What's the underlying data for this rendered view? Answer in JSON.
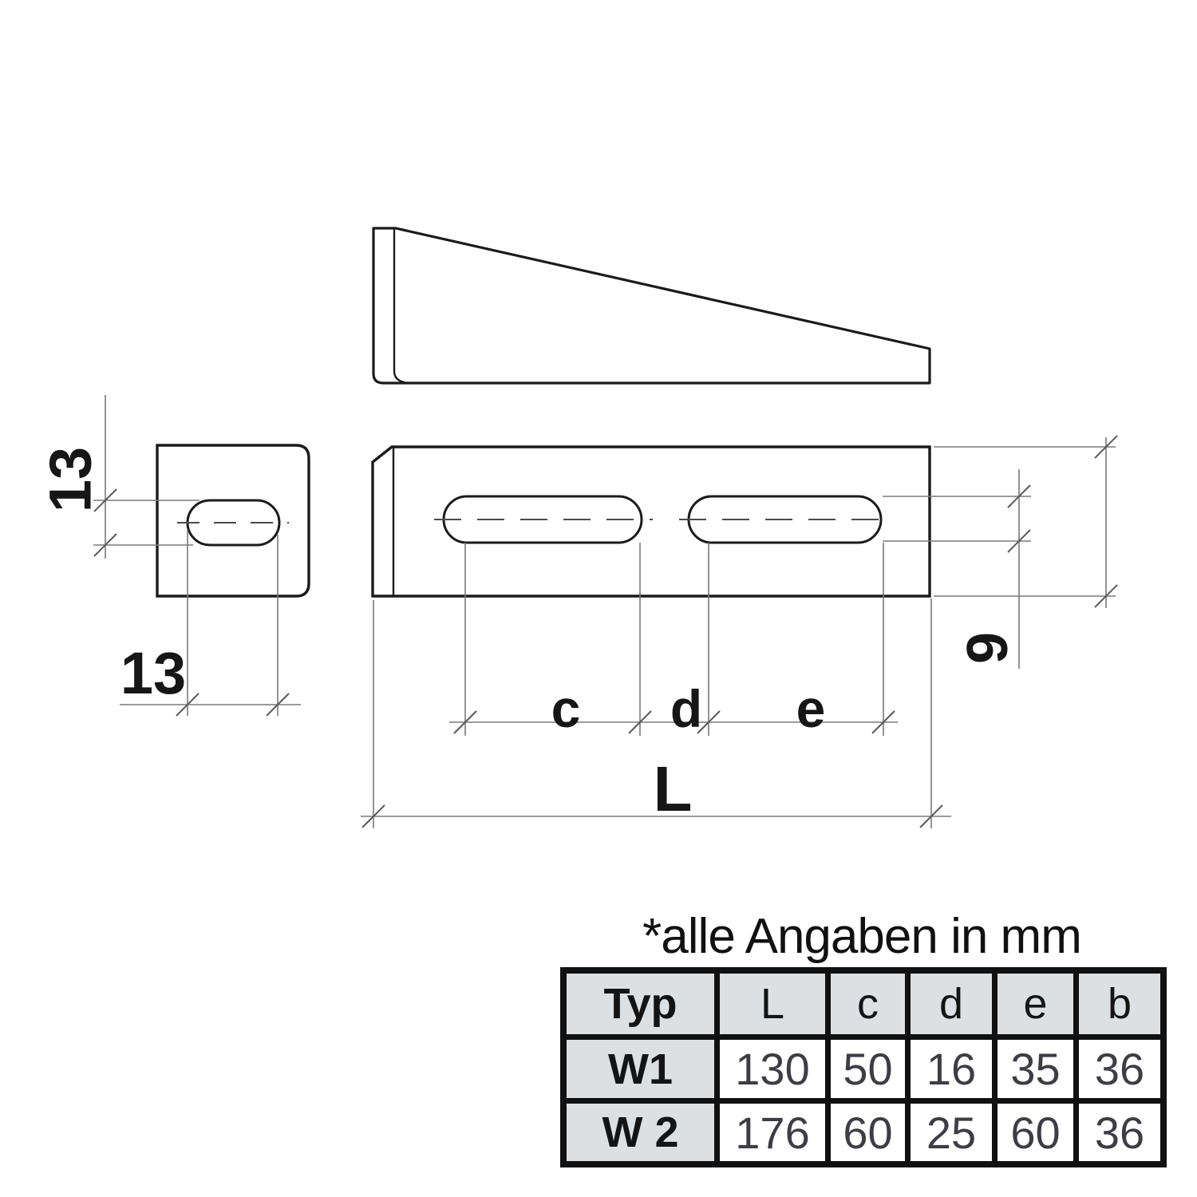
{
  "note": "*alle Angaben in mm",
  "drawing": {
    "dim_slot_height_label": "13",
    "dim_slot_length_label": "13",
    "dim_slot_width_label": "9",
    "dim_c_label": "c",
    "dim_d_label": "d",
    "dim_e_label": "e",
    "dim_length_label": "L"
  },
  "table": {
    "headers": [
      "Typ",
      "L",
      "c",
      "d",
      "e",
      "b"
    ],
    "rows": [
      {
        "typ": "W1",
        "values": [
          "130",
          "50",
          "16",
          "35",
          "36"
        ]
      },
      {
        "typ": "W 2",
        "values": [
          "176",
          "60",
          "25",
          "60",
          "36"
        ]
      }
    ],
    "header_bg": "#dde0e3",
    "border_color": "#111111"
  }
}
